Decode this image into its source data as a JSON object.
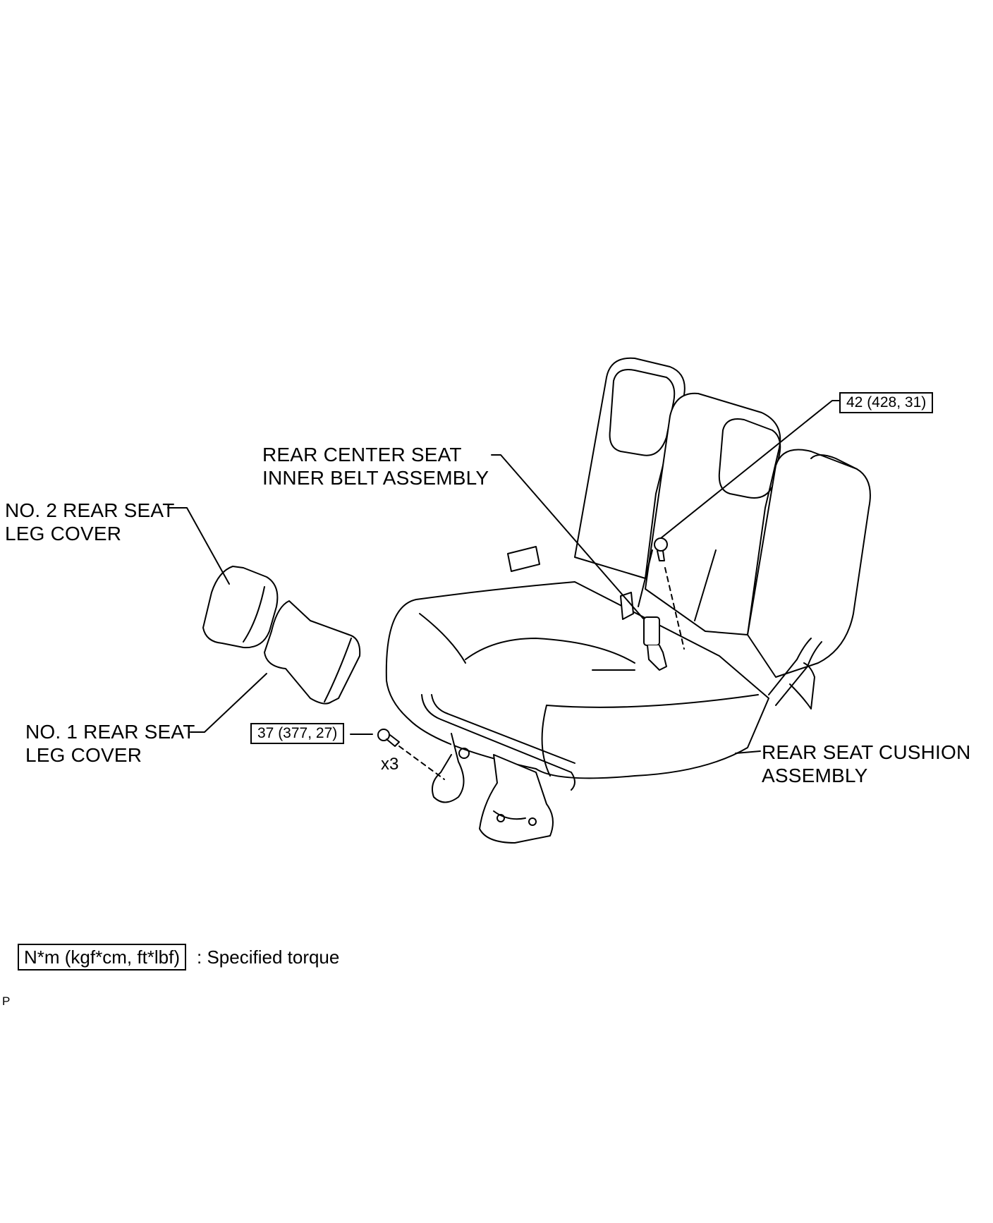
{
  "labels": {
    "rear_center_belt": [
      "REAR CENTER SEAT",
      "INNER BELT ASSEMBLY"
    ],
    "no2_leg_cover": [
      "NO. 2 REAR SEAT",
      "LEG COVER"
    ],
    "no1_leg_cover": [
      "NO. 1 REAR SEAT",
      "LEG COVER"
    ],
    "cushion": [
      "REAR SEAT CUSHION",
      "ASSEMBLY"
    ]
  },
  "torques": {
    "belt_bolt": "42 (428, 31)",
    "leg_bolt": "37 (377, 27)"
  },
  "bolt_qty": "x3",
  "legend": {
    "box": "N*m (kgf*cm, ft*lbf)",
    "text": ": Specified torque"
  },
  "corner_mark": "P"
}
